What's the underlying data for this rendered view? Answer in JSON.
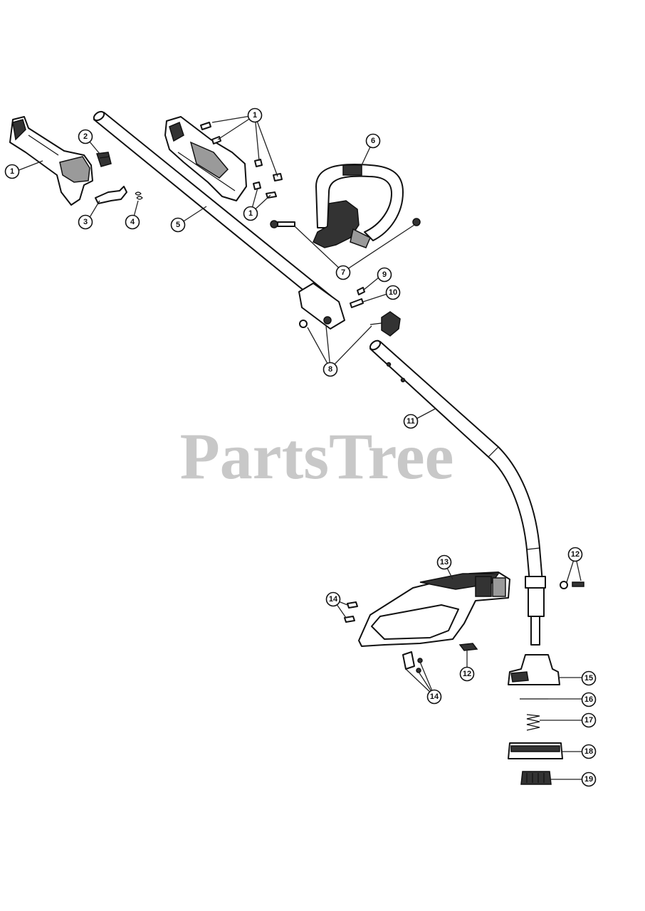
{
  "watermark": "PartsTree",
  "callouts": [
    {
      "id": "c1a",
      "label": "1"
    },
    {
      "id": "c1b",
      "label": "1"
    },
    {
      "id": "c1c",
      "label": "1"
    },
    {
      "id": "c2",
      "label": "2"
    },
    {
      "id": "c3",
      "label": "3"
    },
    {
      "id": "c4",
      "label": "4"
    },
    {
      "id": "c5",
      "label": "5"
    },
    {
      "id": "c6",
      "label": "6"
    },
    {
      "id": "c7",
      "label": "7"
    },
    {
      "id": "c8",
      "label": "8"
    },
    {
      "id": "c9",
      "label": "9"
    },
    {
      "id": "c10",
      "label": "10"
    },
    {
      "id": "c11",
      "label": "11"
    },
    {
      "id": "c12a",
      "label": "12"
    },
    {
      "id": "c12b",
      "label": "12"
    },
    {
      "id": "c13",
      "label": "13"
    },
    {
      "id": "c14a",
      "label": "14"
    },
    {
      "id": "c14b",
      "label": "14"
    },
    {
      "id": "c15",
      "label": "15"
    },
    {
      "id": "c16",
      "label": "16"
    },
    {
      "id": "c17",
      "label": "17"
    },
    {
      "id": "c18",
      "label": "18"
    },
    {
      "id": "c19",
      "label": "19"
    }
  ]
}
